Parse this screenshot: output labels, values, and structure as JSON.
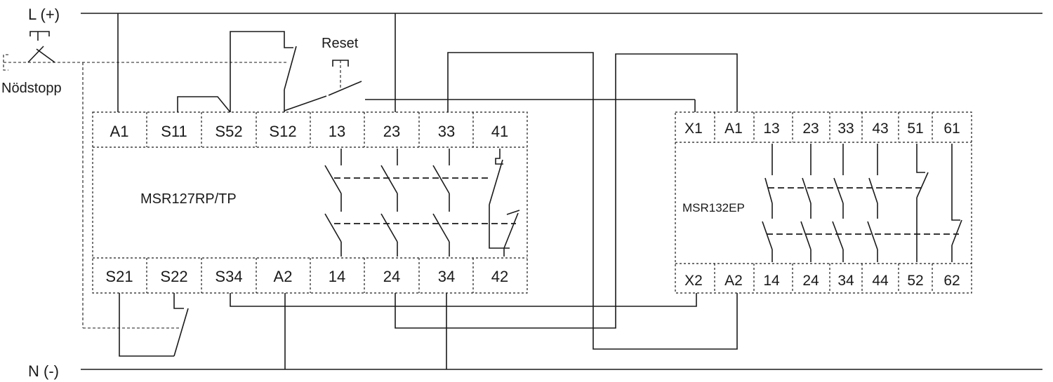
{
  "rails": {
    "top": "L (+)",
    "bottom": "N (-)"
  },
  "switches": {
    "estop": "Nödstopp",
    "reset": "Reset"
  },
  "relay1": {
    "name": "MSR127RP/TP",
    "top_terminals": [
      "A1",
      "S11",
      "S52",
      "S12",
      "13",
      "23",
      "33",
      "41"
    ],
    "bottom_terminals": [
      "S21",
      "S22",
      "S34",
      "A2",
      "14",
      "24",
      "34",
      "42"
    ]
  },
  "relay2": {
    "name": "MSR132EP",
    "top_terminals": [
      "X1",
      "A1",
      "13",
      "23",
      "33",
      "43",
      "51",
      "61"
    ],
    "bottom_terminals": [
      "X2",
      "A2",
      "14",
      "24",
      "34",
      "44",
      "52",
      "62"
    ]
  }
}
